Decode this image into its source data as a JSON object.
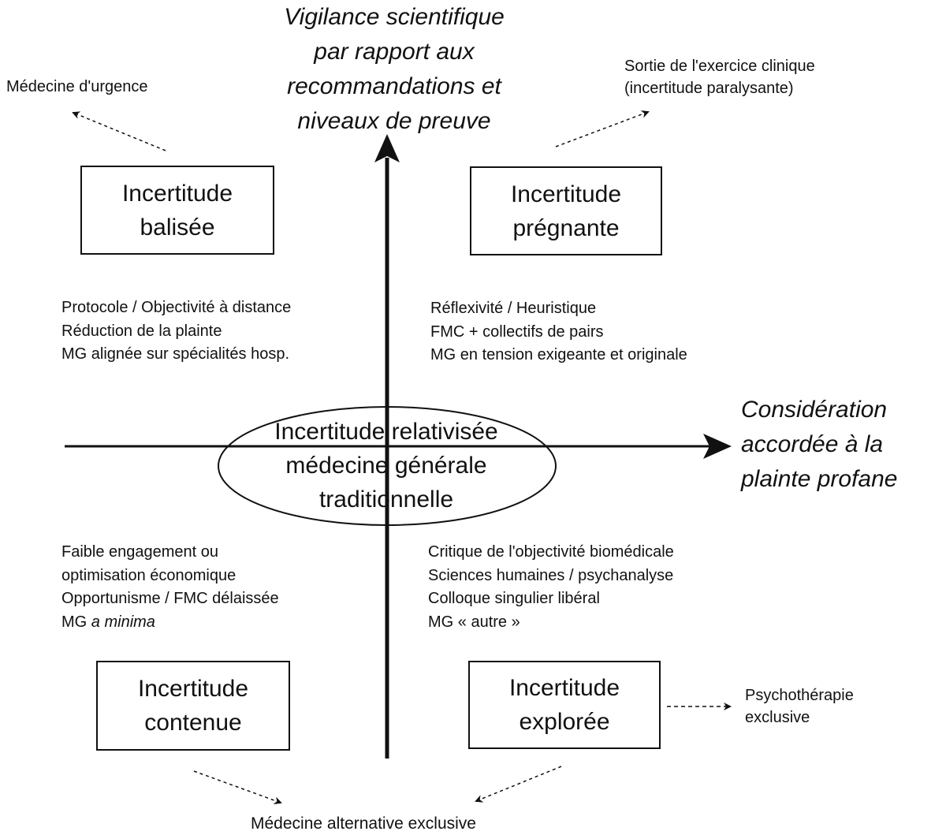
{
  "axes": {
    "vertical": [
      "Vigilance scientifique",
      "par rapport aux",
      "recommandations et",
      "niveaux de preuve"
    ],
    "horizontal": [
      "Considération",
      "accordée à la",
      "plainte profane"
    ]
  },
  "center": [
    "Incertitude relativisée",
    "médecine générale",
    "traditionnelle"
  ],
  "quadrants": {
    "top_left": {
      "title": [
        "Incertitude",
        "balisée"
      ],
      "traits": [
        "Protocole / Objectivité à distance",
        "Réduction de la plainte",
        "MG alignée sur spécialités hosp."
      ],
      "outcome": "Médecine d'urgence"
    },
    "top_right": {
      "title": [
        "Incertitude",
        "prégnante"
      ],
      "traits": [
        "Réflexivité / Heuristique",
        "FMC + collectifs de pairs",
        "MG en tension exigeante et originale"
      ],
      "outcome": [
        "Sortie de l'exercice clinique",
        "(incertitude paralysante)"
      ]
    },
    "bottom_left": {
      "title": [
        "Incertitude",
        "contenue"
      ],
      "traits": [
        "Faible engagement ou",
        "optimisation économique",
        "Opportunisme / FMC délaissée"
      ],
      "trait_last_prefix": "MG ",
      "trait_last_emph": "a minima"
    },
    "bottom_right": {
      "title": [
        "Incertitude",
        "explorée"
      ],
      "traits": [
        "Critique de l'objectivité biomédicale",
        "Sciences humaines / psychanalyse",
        "Colloque singulier libéral",
        "MG « autre »"
      ],
      "outcome": [
        "Psychothérapie",
        "exclusive"
      ]
    },
    "bottom_shared_outcome": "Médecine alternative exclusive"
  }
}
